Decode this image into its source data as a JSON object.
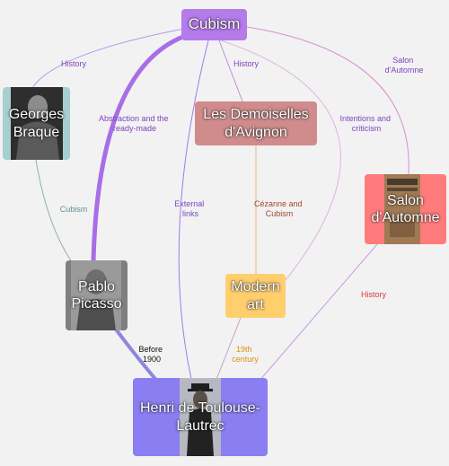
{
  "nodes": {
    "cubism": {
      "label": "Cubism",
      "color": "#b57bea"
    },
    "braque": {
      "label": "Georges Braque",
      "color": "#a6cfd0"
    },
    "demoiselles": {
      "label": "Les Demoiselles d'Avignon",
      "color": "#d08c8c"
    },
    "salon": {
      "label": "Salon d'Automne",
      "color": "#ff7b7b"
    },
    "picasso": {
      "label": "Pablo Picasso",
      "color": "#7f7f7f"
    },
    "modern": {
      "label": "Modern art",
      "color": "#ffcf6e"
    },
    "lautrec": {
      "label": "Henri de Toulouse-Lautrec",
      "color": "#8a7ef2"
    }
  },
  "edges": [
    {
      "id": "cubism-braque",
      "label": "History",
      "color": "#b59ae8"
    },
    {
      "id": "cubism-picasso",
      "label": "Abstraction and the ready-made",
      "color": "#a86ee6"
    },
    {
      "id": "cubism-lautrec",
      "label": "External links",
      "color": "#9a7ee6"
    },
    {
      "id": "cubism-demoiselles",
      "label": "History",
      "color": "#c08fd8"
    },
    {
      "id": "cubism-modern",
      "label": "Intentions and criticism",
      "color": "#dcb3e0"
    },
    {
      "id": "cubism-salon",
      "label": "Salon d'Automne",
      "color": "#d78fcf"
    },
    {
      "id": "braque-picasso",
      "label": "Cubism",
      "color": "#8fb0b0"
    },
    {
      "id": "demoiselles-modern",
      "label": "Cézanne and Cubism",
      "color": "#e8b78a"
    },
    {
      "id": "salon-lautrec",
      "label": "History",
      "color": "#c79ae0"
    },
    {
      "id": "picasso-lautrec",
      "label": "Before 1900",
      "color": "#8c86e0"
    },
    {
      "id": "modern-lautrec",
      "label": "19th century",
      "color": "#c6a3c8"
    }
  ]
}
